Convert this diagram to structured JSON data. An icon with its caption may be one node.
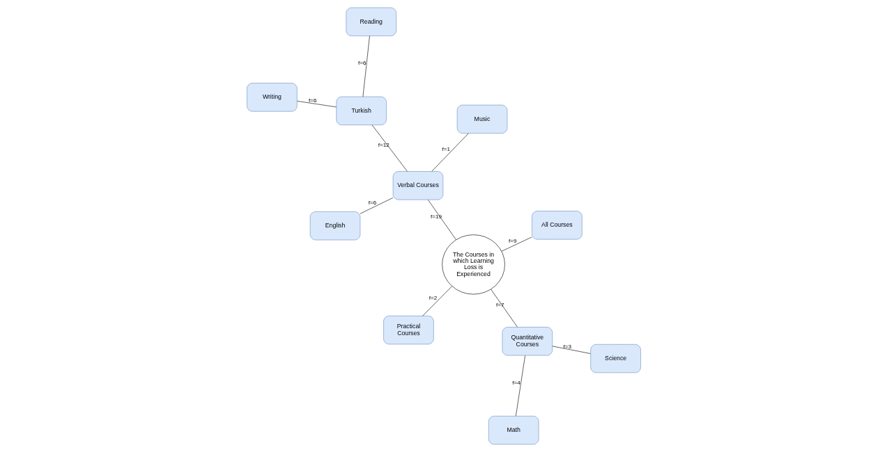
{
  "diagram": {
    "nodes": [
      {
        "text": [
          "The Courses in which Learning Loss is Experienced"
        ]
      },
      {
        "text": [
          "Verbal Courses"
        ]
      },
      {
        "text": [
          "English"
        ]
      },
      {
        "text": [
          "Music"
        ]
      },
      {
        "text": [
          "Turkish"
        ]
      },
      {
        "text": [
          "Reading"
        ]
      },
      {
        "text": [
          "Writing"
        ]
      },
      {
        "text": [
          "Quantitative Courses"
        ]
      },
      {
        "text": [
          "Math"
        ]
      },
      {
        "text": [
          "Science"
        ]
      },
      {
        "text": [
          "All Courses"
        ]
      },
      {
        "text": [
          "Practical Courses"
        ]
      }
    ],
    "edges": [
      {
        "from": 0,
        "to": 1,
        "arrow": "none",
        "label": "f=19"
      },
      {
        "from": 1,
        "to": 2,
        "arrow": "none",
        "label": "f=6"
      },
      {
        "from": 1,
        "to": 3,
        "arrow": "none",
        "label": "f=1"
      },
      {
        "from": 1,
        "to": 4,
        "arrow": "none",
        "label": "f=12"
      },
      {
        "from": 4,
        "to": 5,
        "arrow": "none",
        "label": "f=6"
      },
      {
        "from": 4,
        "to": 6,
        "arrow": "none",
        "label": "f=6"
      },
      {
        "from": 0,
        "to": 7,
        "arrow": "none",
        "label": "f=7"
      },
      {
        "from": 7,
        "to": 8,
        "arrow": "none",
        "label": "f=4"
      },
      {
        "from": 7,
        "to": 9,
        "arrow": "none",
        "label": "f=3"
      },
      {
        "from": 0,
        "to": 10,
        "arrow": "none",
        "label": "f=9"
      },
      {
        "from": 0,
        "to": 11,
        "arrow": "none",
        "label": "f=2"
      }
    ]
  }
}
